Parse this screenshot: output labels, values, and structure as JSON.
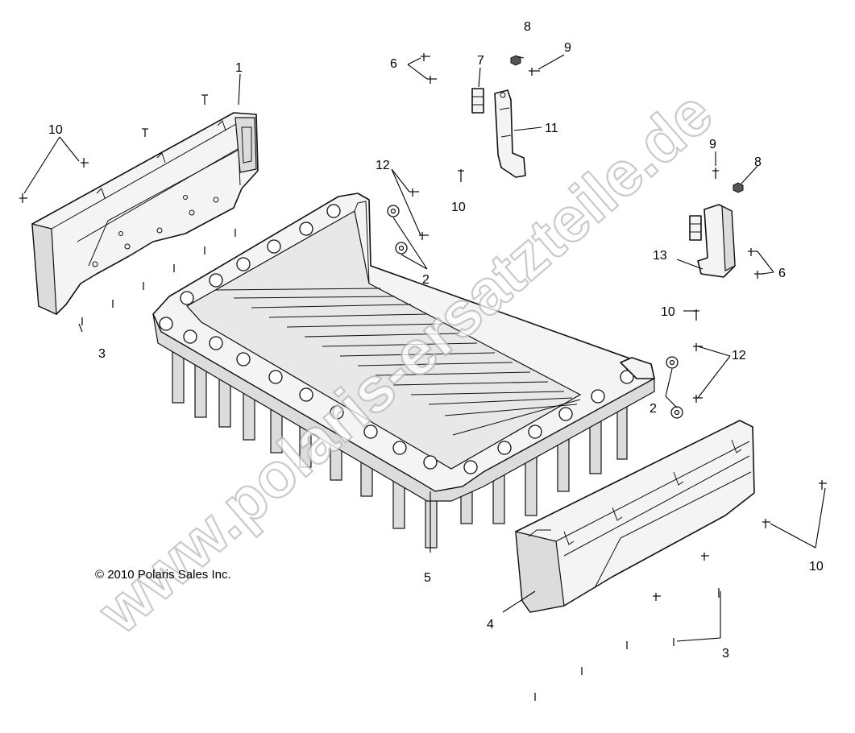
{
  "diagram": {
    "copyright": "© 2010 Polaris Sales Inc.",
    "watermark": "www.polaris-ersatzteile.de",
    "callouts": [
      {
        "id": "c1",
        "label": "1"
      },
      {
        "id": "c10a",
        "label": "10"
      },
      {
        "id": "c3a",
        "label": "3"
      },
      {
        "id": "c6a",
        "label": "6"
      },
      {
        "id": "c7",
        "label": "7"
      },
      {
        "id": "c8a",
        "label": "8"
      },
      {
        "id": "c9a",
        "label": "9"
      },
      {
        "id": "c11",
        "label": "11"
      },
      {
        "id": "c12a",
        "label": "12"
      },
      {
        "id": "c10b",
        "label": "10"
      },
      {
        "id": "c2a",
        "label": "2"
      },
      {
        "id": "c9b",
        "label": "9"
      },
      {
        "id": "c8b",
        "label": "8"
      },
      {
        "id": "c13",
        "label": "13"
      },
      {
        "id": "c6b",
        "label": "6"
      },
      {
        "id": "c10c",
        "label": "10"
      },
      {
        "id": "c12b",
        "label": "12"
      },
      {
        "id": "c2b",
        "label": "2"
      },
      {
        "id": "c5",
        "label": "5"
      },
      {
        "id": "c4",
        "label": "4"
      },
      {
        "id": "c10d",
        "label": "10"
      },
      {
        "id": "c3b",
        "label": "3"
      }
    ]
  }
}
